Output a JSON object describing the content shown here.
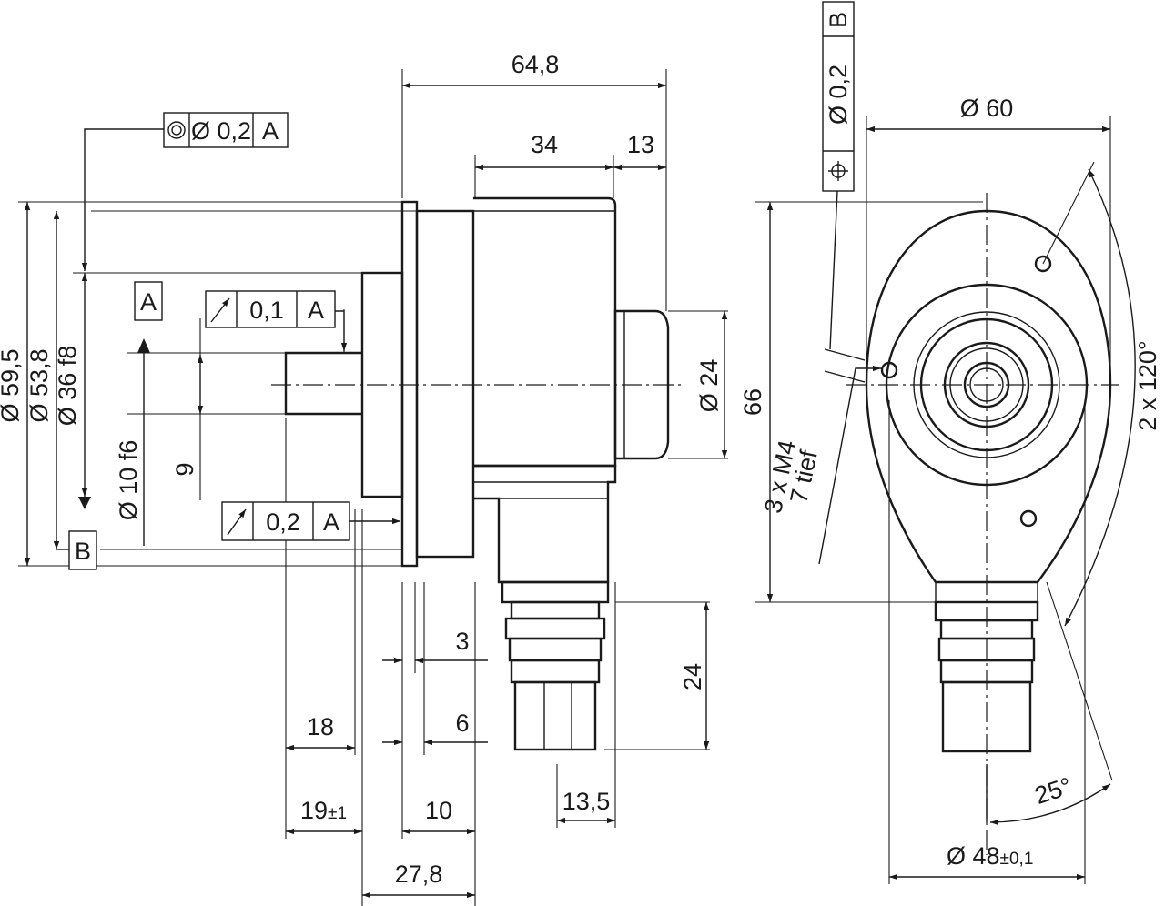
{
  "side_view": {
    "dims": {
      "overall_length": "64,8",
      "body_length": "34",
      "rear_length": "13",
      "flange_dia": "Ø 59,5",
      "body_dia": "Ø 53,8",
      "spigot_dia": "Ø 36 f8",
      "shaft_dia": "Ø 10 f6",
      "shaft_flat": "9",
      "rear_cap_dia": "Ø 24",
      "connector_height": "24",
      "flange_thk": "3",
      "spigot_depth": "6",
      "shaft_len": "18",
      "shaft_len_tol_base": "19",
      "shaft_len_tol": "±1",
      "step_len": "10",
      "front_len": "27,8",
      "connector_width": "13,5"
    },
    "tolerances": {
      "concentricity": {
        "symbol": "concentricity-icon",
        "value": "Ø 0,2",
        "datum": "A"
      },
      "runout_shaft": {
        "symbol": "runout-icon",
        "value": "0,1",
        "datum": "A"
      },
      "runout_face": {
        "symbol": "runout-icon",
        "value": "0,2",
        "datum": "A"
      }
    },
    "datums": {
      "a": "A",
      "b": "B"
    }
  },
  "front_view": {
    "dims": {
      "outer_dia": "Ø 60",
      "height": "66",
      "thread": "3 x M4",
      "thread_depth": "7 tief",
      "angle_pitch": "2 x 120°",
      "angle_offset": "25°",
      "bolt_circle_base": "Ø 48",
      "bolt_circle_tol": "±0,1"
    },
    "tolerance": {
      "symbol": "position-icon",
      "value": "Ø 0,2",
      "datum": "B"
    }
  }
}
